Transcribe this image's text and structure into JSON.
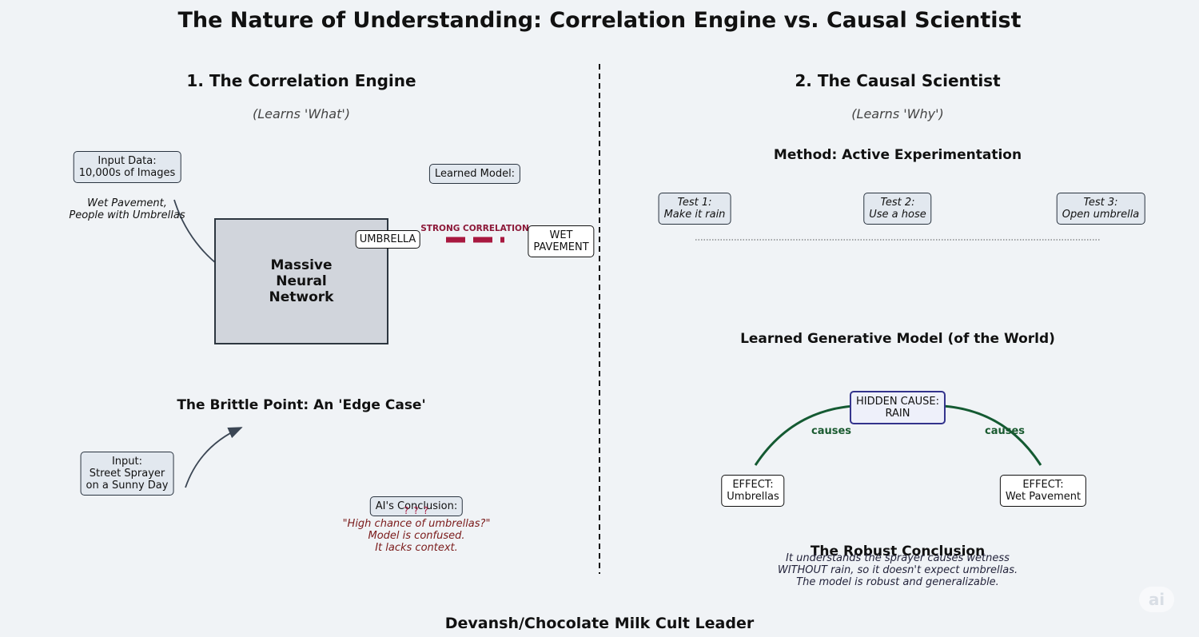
{
  "title": "The Nature of Understanding: Correlation Engine vs. Causal Scientist",
  "left_panel": {
    "title": "1. The Correlation Engine",
    "subtitle": "(Learns 'What')",
    "input_data": {
      "line1": "Input Data:",
      "line2": "10,000s of Images"
    },
    "input_note": {
      "line1": "Wet Pavement,",
      "line2": "People with Umbrellas"
    },
    "network_label": "Massive\nNeural\nNetwork",
    "learned_model_label": "Learned Model:",
    "umbrella_label": "UMBRELLA",
    "correlation_label": "STRONG CORRELATION",
    "wet_pavement": {
      "line1": "WET",
      "line2": "PAVEMENT"
    },
    "edge_case_title": "The Brittle Point: An 'Edge Case'",
    "edge_input": {
      "line1": "Input:",
      "line2": "Street Sprayer",
      "line3": "on a Sunny Day"
    },
    "ai_conclusion_label": "AI's Conclusion:",
    "question_marks": "? ? ?",
    "ai_conclusion": {
      "line1": "\"High chance of umbrellas?\"",
      "line2": "Model is confused.",
      "line3": "It lacks context."
    }
  },
  "right_panel": {
    "title": "2. The Causal Scientist",
    "subtitle": "(Learns 'Why')",
    "method_title": "Method: Active Experimentation",
    "tests": [
      {
        "line1": "Test 1:",
        "line2": "Make it rain"
      },
      {
        "line1": "Test 2:",
        "line2": "Use a hose"
      },
      {
        "line1": "Test 3:",
        "line2": "Open umbrella"
      }
    ],
    "model_title": "Learned Generative Model (of the World)",
    "hidden_cause": {
      "line1": "HIDDEN CAUSE:",
      "line2": "RAIN"
    },
    "causes_left": "causes",
    "causes_right": "causes",
    "effect_umbrellas": {
      "line1": "EFFECT:",
      "line2": "Umbrellas"
    },
    "effect_pavement": {
      "line1": "EFFECT:",
      "line2": "Wet Pavement"
    },
    "conclusion_title": "The Robust Conclusion",
    "conclusion": {
      "line1": "It understands the sprayer causes wetness",
      "line2": "WITHOUT rain, so it doesn't expect umbrellas.",
      "line3": "The model is robust and generalizable."
    }
  },
  "credit": "Devansh/Chocolate Milk Cult Leader",
  "watermark": "ai",
  "colors": {
    "background": "#f0f3f6",
    "correlation": "#a8183f",
    "causal_arrow": "#145a32",
    "hidden_cause_border": "#33338c",
    "conclusion_text": "#7a1a1a"
  }
}
